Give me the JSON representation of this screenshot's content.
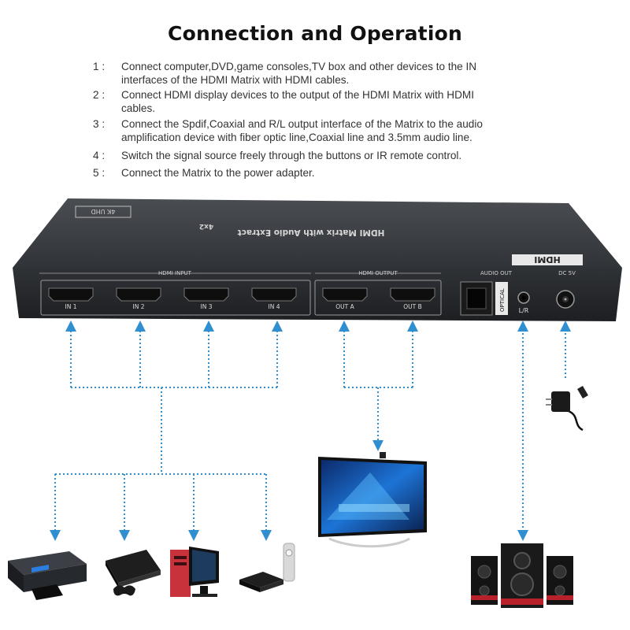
{
  "title": "Connection and Operation",
  "steps": [
    {
      "num": "1 :",
      "text": "Connect computer,DVD,game consoles,TV box and other devices to the IN",
      "cont": "interfaces of the HDMI Matrix with HDMI cables."
    },
    {
      "num": "2 :",
      "text": "Connect HDMI display devices to the output of the HDMI Matrix with HDMI",
      "cont": "cables."
    },
    {
      "num": "3 :",
      "text": "Connect the Spdif,Coaxial and R/L output interface of the Matrix to the audio",
      "cont": "amplification device with fiber optic line,Coaxial line and 3.5mm audio line."
    },
    {
      "num": "4 :",
      "text": "Switch the signal source freely through the buttons or IR remote control.",
      "cont": ""
    },
    {
      "num": "5 :",
      "text": "Connect the Matrix to the power adapter.",
      "cont": ""
    }
  ],
  "device": {
    "top_badge": "4K UHD",
    "top_title": "HDMI Matrix with Audio Extract",
    "top_subtitle": "4x2",
    "top_logo": "HDMI",
    "group_input": "HDMI INPUT",
    "group_output": "HDMI OUTPUT",
    "group_audio": "AUDIO OUT",
    "group_power": "DC 5V",
    "ports_in": [
      "IN 1",
      "IN 2",
      "IN 3",
      "IN 4"
    ],
    "ports_out": [
      "OUT A",
      "OUT B"
    ],
    "optical_label": "OPTICAL",
    "lr_label": "L/R"
  },
  "colors": {
    "arrow": "#2f8fd0",
    "device_face": "#2a2d31",
    "device_top": "#3b3e43"
  },
  "icons": [
    "blu-ray-player-icon",
    "game-console-icon",
    "computer-icon",
    "tv-box-icon",
    "tv-display-icon",
    "speaker-system-icon",
    "power-adapter-icon"
  ]
}
